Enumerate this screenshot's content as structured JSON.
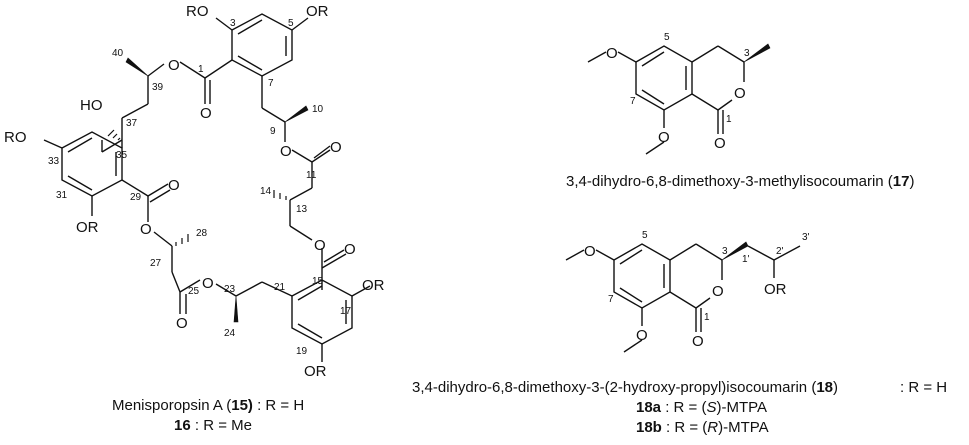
{
  "compounds": {
    "macrolide": {
      "atoms": {
        "ro_top_left": "RO",
        "or_top_right": "OR",
        "ro_left": "RO",
        "or_left_bottom": "OR",
        "or_right": "OR",
        "or_bottom": "OR",
        "ho": "HO",
        "o_ester1": "O",
        "o_carbonyl1": "O",
        "o_ester11": "O",
        "o_carbonyl11": "O",
        "o_carbonyl29": "O",
        "o_ester29": "O",
        "o_ester15": "O",
        "o_carbonyl15": "O",
        "o_ester25": "O",
        "o_carbonyl25": "O"
      },
      "numbers": [
        "3",
        "5",
        "7",
        "1",
        "40",
        "39",
        "37",
        "10",
        "9",
        "11",
        "35",
        "33",
        "31",
        "29",
        "14",
        "13",
        "28",
        "27",
        "15",
        "25",
        "23",
        "21",
        "17",
        "19",
        "24"
      ],
      "caption": {
        "name_prefix": "Menisporopsin A (",
        "compound_no": "15)",
        "r_def": " : R = H",
        "line2_no": "16",
        "line2_def": " : R = Me"
      }
    },
    "isocoumarin17": {
      "atoms": {
        "o_methoxy6": "O",
        "o_methoxy8": "O",
        "o_ring": "O",
        "o_carbonyl": "O"
      },
      "numbers": [
        "5",
        "3",
        "7",
        "1"
      ],
      "caption": {
        "name": "3,4-dihydro-6,8-dimethoxy-3-methylisocoumarin (",
        "no": "17",
        "close": ")"
      }
    },
    "isocoumarin18": {
      "atoms": {
        "o_methoxy6": "O",
        "o_methoxy8": "O",
        "o_ring": "O",
        "o_carbonyl": "O",
        "or_side": "OR"
      },
      "numbers": [
        "5",
        "3",
        "1'",
        "2'",
        "3'",
        "7",
        "1"
      ],
      "caption": {
        "name": "3,4-dihydro-6,8-dimethoxy-3-(2-hydroxy-propyl)isocoumarin (",
        "no": "18",
        "close": ")",
        "r_def": ": R = H",
        "a_no": "18a",
        "a_def_pre": " : R = (",
        "a_config": "S",
        "a_def_post": ")-MTPA",
        "b_no": "18b",
        "b_def_pre": " : R = (",
        "b_config": "R",
        "b_def_post": ")-MTPA"
      }
    }
  }
}
